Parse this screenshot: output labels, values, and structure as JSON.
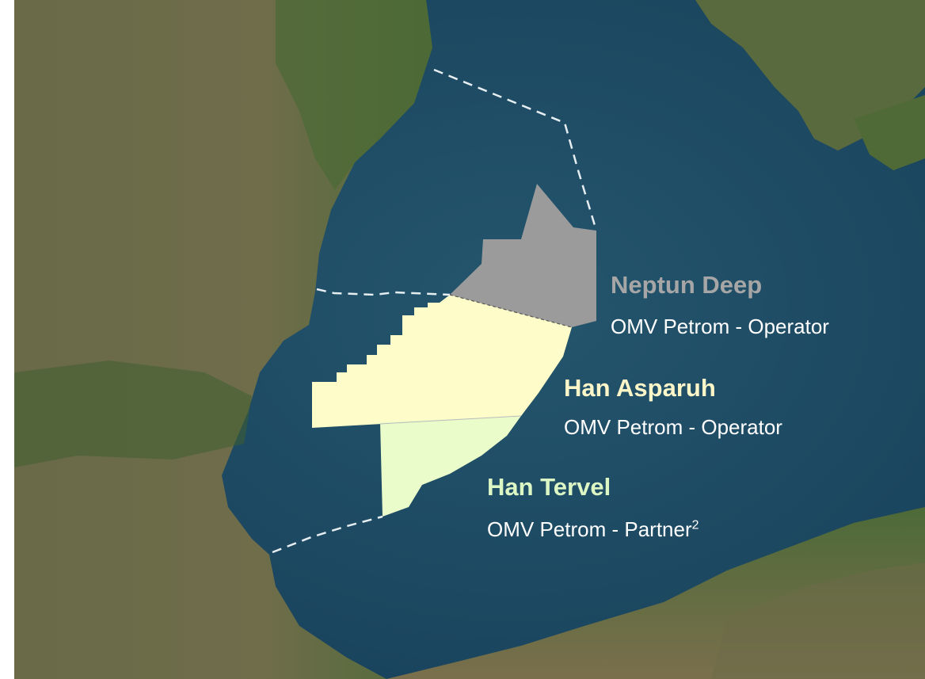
{
  "blocks": [
    {
      "name": "Neptun Deep",
      "role": "OMV Petrom - Operator",
      "footnote": "",
      "name_color": "#a6a6a6",
      "fill_color": "#9b9b9b"
    },
    {
      "name": "Han Asparuh",
      "role": "OMV Petrom - Operator",
      "footnote": "",
      "name_color": "#fdf6c8",
      "fill_color": "#fefcc9"
    },
    {
      "name": "Han Tervel",
      "role": "OMV Petrom - Partner",
      "footnote": "2",
      "name_color": "#dcf6c4",
      "fill_color": "#eafcc9"
    }
  ],
  "colors": {
    "sea": "#1f4d63",
    "land": "#6b6a45",
    "border_dash": "#e6eef2"
  }
}
